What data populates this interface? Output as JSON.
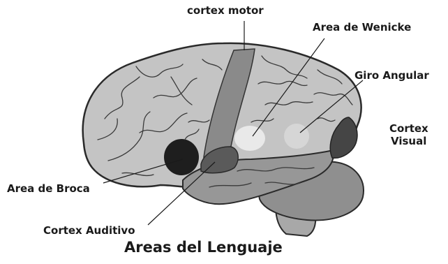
{
  "diagram": {
    "title": "Areas del Lenguaje",
    "labels": {
      "motor": "cortex motor",
      "wernicke": "Area de Wenicke",
      "angular": "Giro Angular",
      "visual_line1": "Cortex",
      "visual_line2": "Visual",
      "broca": "Area de Broca",
      "auditivo": "Cortex Auditivo"
    },
    "colors": {
      "brain": "#c4c4c4",
      "outline": "#2a2a2a",
      "motor_strip": "#8a8a8a",
      "broca": "#1e1e1e",
      "auditivo": "#5a5a5a",
      "wernicke": "#e9e9e9",
      "angular": "#d6d6d6",
      "visual": "#454545",
      "temporal": "#979797",
      "cerebellum": "#8f8f8f"
    }
  }
}
